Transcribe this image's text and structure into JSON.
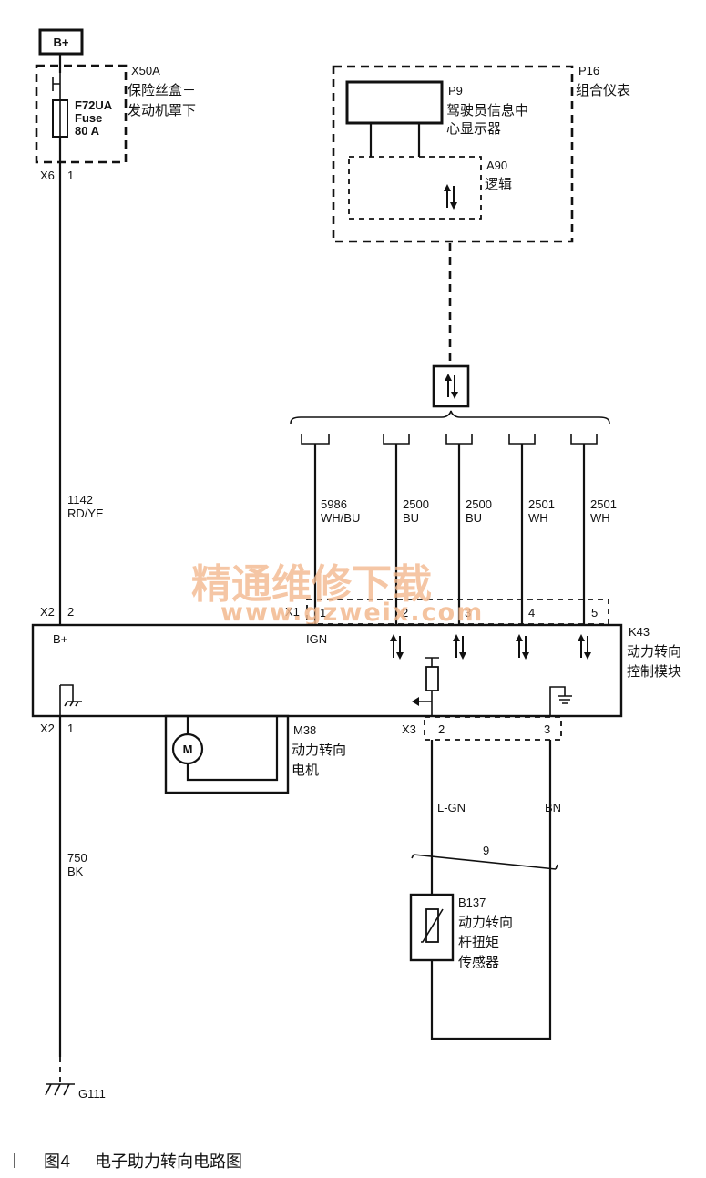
{
  "power": {
    "label": "B+"
  },
  "fuse_box": {
    "id": "X50A",
    "name_line1": "保险丝盒－",
    "name_line2": "发动机罩下",
    "fuse_line1": "F72UA",
    "fuse_line2": "Fuse",
    "fuse_line3": "80 A",
    "connector": "X6",
    "pin": "1"
  },
  "wire_b_plus": {
    "number": "1142",
    "color": "RD/YE"
  },
  "cluster": {
    "id": "P16",
    "name": "组合仪表",
    "display_id": "P9",
    "display_name_line1": "驾驶员信息中",
    "display_name_line2": "心显示器",
    "logic_id": "A90",
    "logic_name": "逻辑"
  },
  "bus_wires": [
    {
      "number": "5986",
      "color": "WH/BU",
      "pin": "1"
    },
    {
      "number": "2500",
      "color": "BU",
      "pin": "2"
    },
    {
      "number": "2500",
      "color": "BU",
      "pin": "3"
    },
    {
      "number": "2501",
      "color": "WH",
      "pin": "4"
    },
    {
      "number": "2501",
      "color": "WH",
      "pin": "5"
    }
  ],
  "module": {
    "id": "K43",
    "name_line1": "动力转向",
    "name_line2": "控制模块",
    "b_plus_label": "B+",
    "ign_label": "IGN",
    "connector_x1": "X1",
    "connector_x2_top": "X2",
    "pin_x2_top": "2",
    "connector_x2_bottom": "X2",
    "pin_x2_bottom": "1",
    "connector_x3": "X3",
    "pin_x3_2": "2",
    "pin_x3_3": "3"
  },
  "motor": {
    "id": "M38",
    "name_line1": "动力转向",
    "name_line2": "电机",
    "symbol": "M"
  },
  "ground_wire": {
    "number": "750",
    "color": "BK"
  },
  "ground": {
    "id": "G111"
  },
  "sensor_wires": {
    "left_color": "L-GN",
    "right_color": "BN",
    "twist_label": "9"
  },
  "sensor": {
    "id": "B137",
    "name_line1": "动力转向",
    "name_line2": "杆扭矩",
    "name_line3": "传感器"
  },
  "watermark": {
    "text": "精通维修下载",
    "url": "www.gzweix.com"
  },
  "caption": {
    "figure": "图4",
    "title": "电子助力转向电路图"
  }
}
